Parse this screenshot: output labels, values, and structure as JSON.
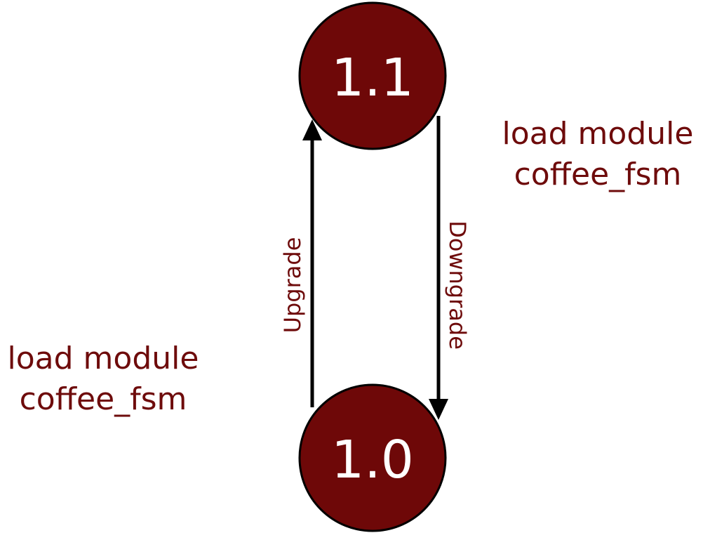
{
  "colors": {
    "node_fill": "#6e0808",
    "node_stroke": "#000000",
    "text_accent": "#6e0b0b",
    "arrow": "#000000"
  },
  "nodes": {
    "top": {
      "label": "1.1"
    },
    "bottom": {
      "label": "1.0"
    }
  },
  "edges": {
    "upgrade": {
      "label": "Upgrade"
    },
    "downgrade": {
      "label": "Downgrade"
    }
  },
  "annotations": {
    "right": {
      "line1": "load module",
      "line2": "coffee_fsm"
    },
    "left": {
      "line1": "load module",
      "line2": "coffee_fsm"
    }
  }
}
